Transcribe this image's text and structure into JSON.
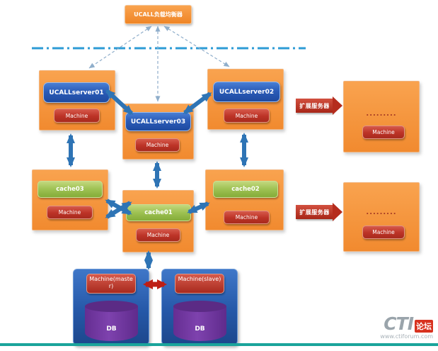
{
  "load_balancer": {
    "label": "UCALL负载均衡器"
  },
  "servers": {
    "s1": {
      "label": "UCALLserver01",
      "machine": "Machine"
    },
    "s3": {
      "label": "UCALLserver03",
      "machine": "Machine"
    },
    "s2": {
      "label": "UCALLserver02",
      "machine": "Machine"
    }
  },
  "caches": {
    "c3": {
      "label": "cache03",
      "machine": "Machine"
    },
    "c1": {
      "label": "cache01",
      "machine": "Machine"
    },
    "c2": {
      "label": "cache02",
      "machine": "Machine"
    }
  },
  "expansion": {
    "label": "扩展服务器",
    "top": {
      "dots": ".........",
      "machine": "Machine"
    },
    "bottom": {
      "dots": ".........",
      "machine": "Machine"
    }
  },
  "db": {
    "master": {
      "machine": "Machine(master)",
      "label": "DB"
    },
    "slave": {
      "machine": "Machine(slave)",
      "label": "DB"
    }
  },
  "watermark": {
    "brand": "CTI",
    "brand_suffix": "论坛",
    "url": "www.ctiforum.com"
  },
  "colors": {
    "group_orange": "#F6913F",
    "server_blue": "#2B5CB8",
    "machine_red": "#BC3326",
    "cache_green": "#9DC152",
    "db_purple": "#7E42AE",
    "arrow_blue": "#2E74B5",
    "arrow_red": "#BE1E14",
    "dash_line_blue": "#2D9BD5",
    "footer_teal": "#1AA49B"
  }
}
